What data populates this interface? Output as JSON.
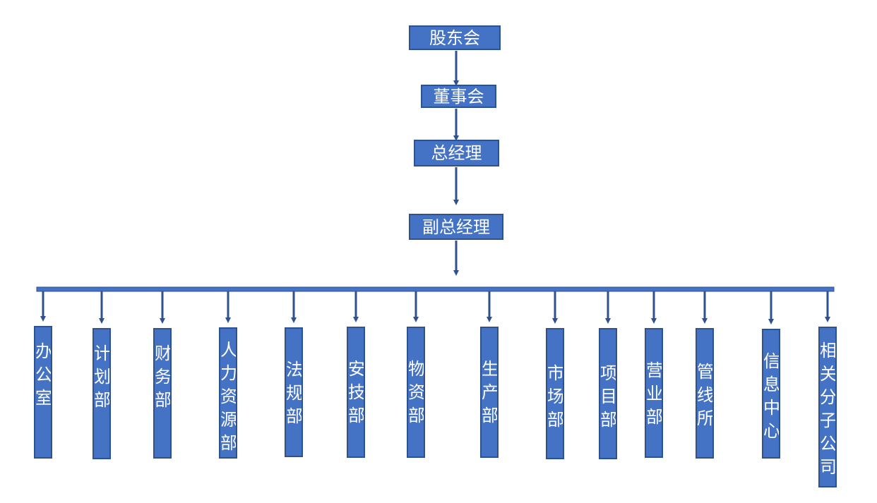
{
  "hierarchy": {
    "shareholders": "股东会",
    "board": "董事会",
    "general_manager": "总经理",
    "deputy_general_manager": "副总经理"
  },
  "departments": [
    "办公室",
    "计划部",
    "财务部",
    "人力资源部",
    "法规部",
    "安技部",
    "物资部",
    "生产部",
    "市场部",
    "项目部",
    "营业部",
    "管线所",
    "信息中心",
    "相关分子公司"
  ],
  "colors": {
    "box_fill": "#4472c4",
    "box_border": "#2f528f",
    "text": "#ffffff"
  }
}
